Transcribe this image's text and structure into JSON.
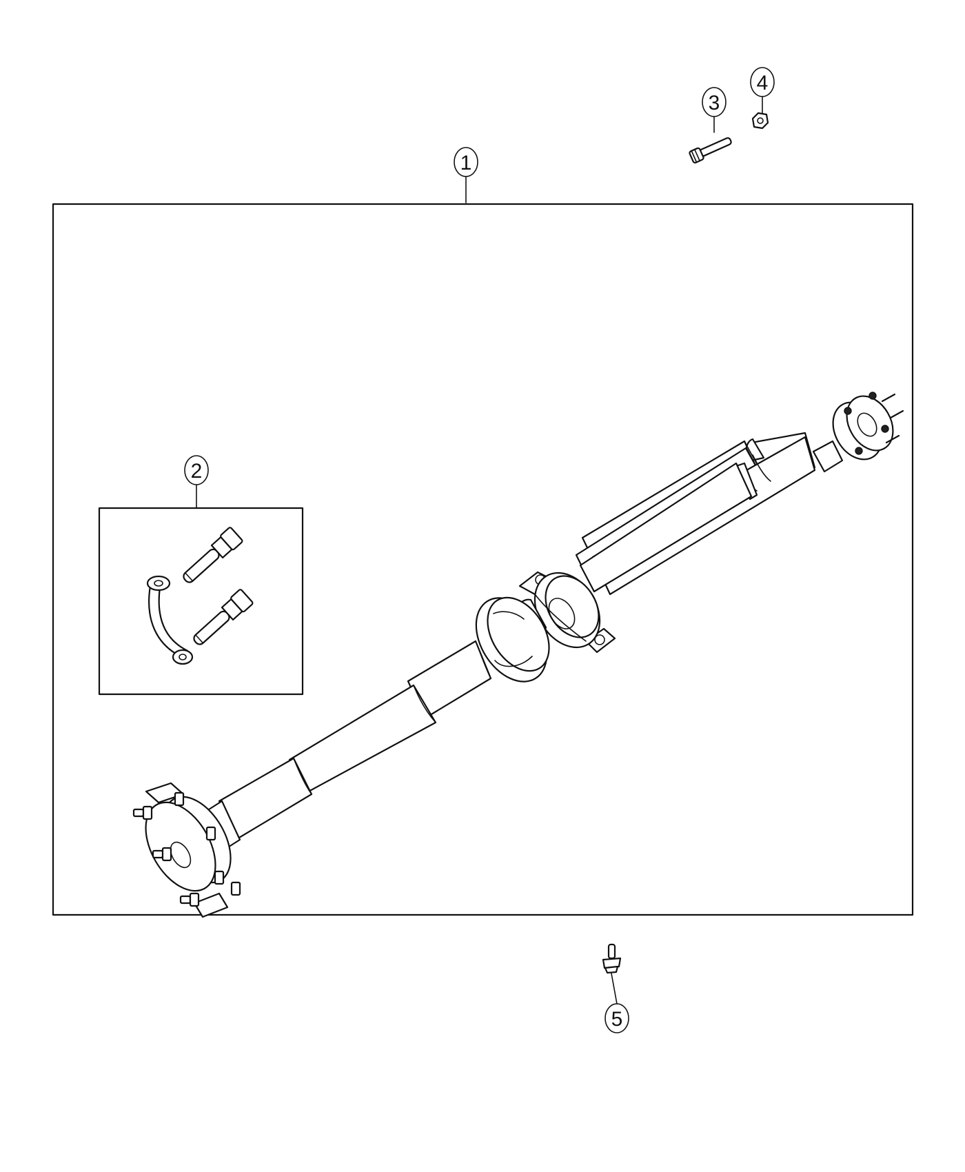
{
  "callouts": [
    {
      "id": "1",
      "label": "1"
    },
    {
      "id": "2",
      "label": "2"
    },
    {
      "id": "3",
      "label": "3"
    },
    {
      "id": "4",
      "label": "4"
    },
    {
      "id": "5",
      "label": "5"
    }
  ],
  "colors": {
    "line": "#111111",
    "background": "#ffffff"
  },
  "icons": [
    "driveshaft-assembly",
    "flex-disc-bolt-kit",
    "bolt",
    "nut",
    "mounting-bolt"
  ]
}
